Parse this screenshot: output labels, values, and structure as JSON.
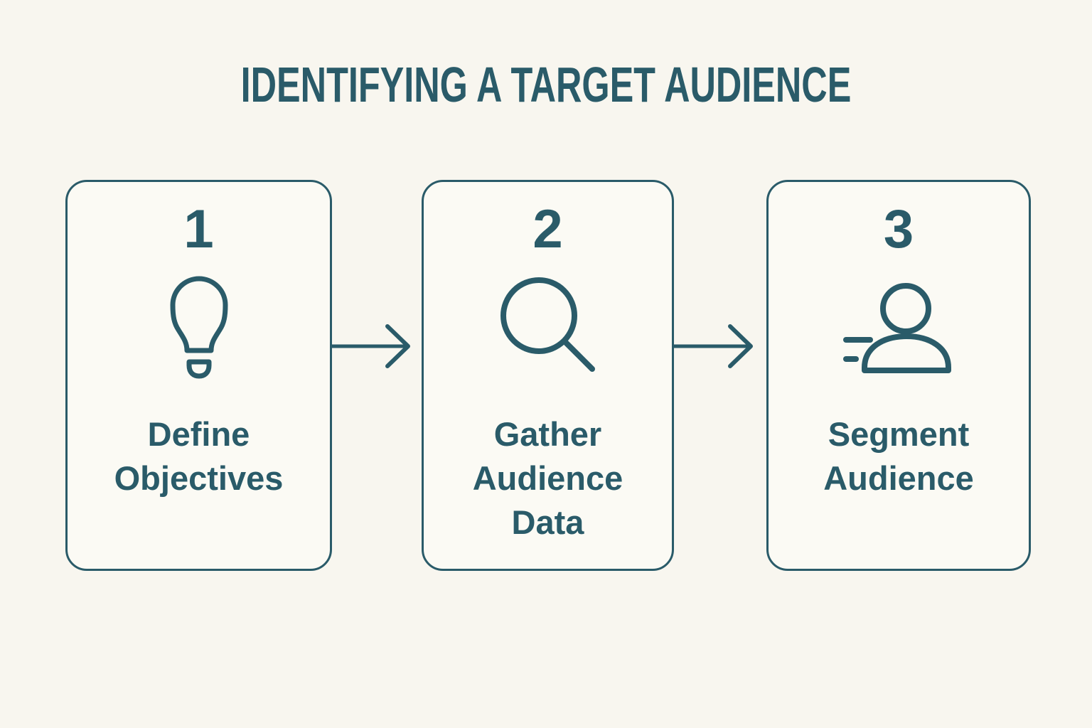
{
  "page": {
    "title": "IDENTIFYING A TARGET AUDIENCE",
    "background_color": "#f8f6ef",
    "card_background_color": "#fbfaf4",
    "accent_color": "#2a5b69"
  },
  "steps": [
    {
      "number": "1",
      "icon": "lightbulb-icon",
      "label": "Define\nObjectives"
    },
    {
      "number": "2",
      "icon": "magnifier-icon",
      "label": "Gather\nAudience\nData"
    },
    {
      "number": "3",
      "icon": "person-icon",
      "label": "Segment\nAudience"
    }
  ]
}
